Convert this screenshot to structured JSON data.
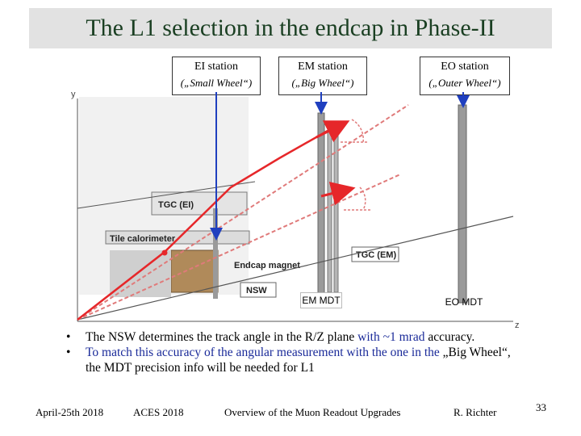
{
  "slide": {
    "title": "The L1 selection in the endcap in Phase-II"
  },
  "stations": {
    "ei": {
      "name": "EI station",
      "sub": "(„Small Wheel“)"
    },
    "em": {
      "name": "EM station",
      "sub": "(„Big Wheel“)"
    },
    "eo": {
      "name": "EO station",
      "sub": "(„Outer Wheel“)"
    }
  },
  "diagram": {
    "axis_y": "y",
    "axis_z": "z",
    "labels": {
      "tgc_ei": "TGC (EI)",
      "tile": "Tile calorimeter",
      "endcap_magnet": "Endcap magnet",
      "tgc_em": "TGC (EM)",
      "nsw": "NSW",
      "em_mdt": "EM MDT",
      "eo_mdt": "EO MDT"
    },
    "colors": {
      "track": "#e6272a",
      "arrow": "#1f3fbf",
      "chamber": "#9a9a9a",
      "magnet": "#b08a5a",
      "angle": "#e07a7a"
    }
  },
  "bullets": {
    "b1_pre": "The NSW determines the track angle in the R/Z plane ",
    "b1_hl": "with ~1 mrad",
    "b1_post": " accuracy.",
    "b2_hl": "To match this accuracy of the angular measurement with the one in the",
    "b2_post": " „Big Wheel“, the MDT precision info will be needed for L1"
  },
  "footer": {
    "date": "April-25th 2018",
    "conference": "ACES 2018",
    "talk": "Overview of the Muon Readout Upgrades",
    "author": "R. Richter",
    "page": "33"
  }
}
